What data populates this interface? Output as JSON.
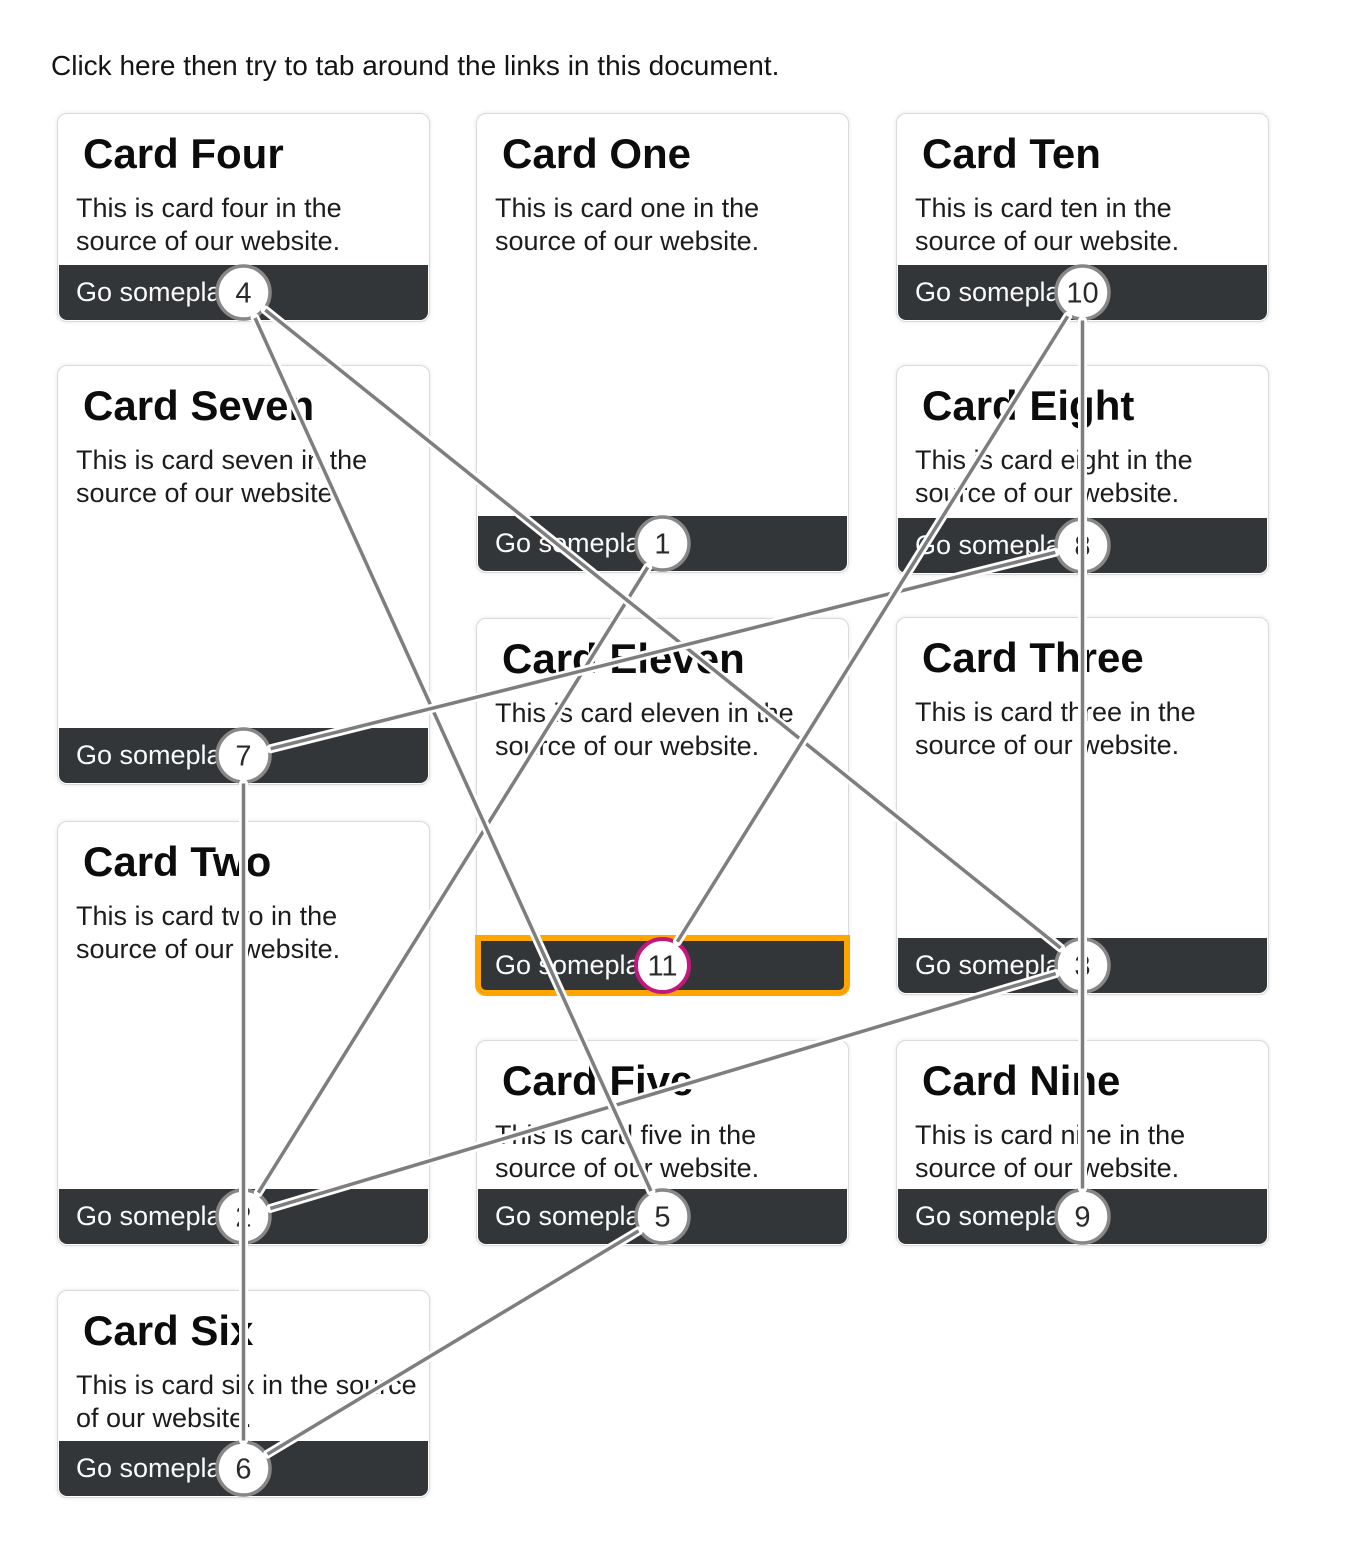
{
  "page": {
    "instruction": "Click here then try to tab around the links in this document."
  },
  "cards": [
    {
      "id": "four",
      "title": "Card Four",
      "body": "This is card four in the source of our website.",
      "button_label": "Go someplace",
      "tab_number": 4,
      "focused": false
    },
    {
      "id": "seven",
      "title": "Card Seven",
      "body": "This is card seven in the source of our website.",
      "button_label": "Go someplace",
      "tab_number": 7,
      "focused": false
    },
    {
      "id": "two",
      "title": "Card Two",
      "body": "This is card two in the source of our website.",
      "button_label": "Go someplace",
      "tab_number": 2,
      "focused": false
    },
    {
      "id": "six",
      "title": "Card Six",
      "body": "This is card six in the source of our website.",
      "button_label": "Go someplace",
      "tab_number": 6,
      "focused": false
    },
    {
      "id": "one",
      "title": "Card One",
      "body": "This is card one in the source of our website.",
      "button_label": "Go someplace",
      "tab_number": 1,
      "focused": false
    },
    {
      "id": "eleven",
      "title": "Card Eleven",
      "body": "This is card eleven in the source of our website.",
      "button_label": "Go someplace",
      "tab_number": 11,
      "focused": true
    },
    {
      "id": "five",
      "title": "Card Five",
      "body": "This is card five in the source of our website.",
      "button_label": "Go someplace",
      "tab_number": 5,
      "focused": false
    },
    {
      "id": "ten",
      "title": "Card Ten",
      "body": "This is card ten in the source of our website.",
      "button_label": "Go someplace",
      "tab_number": 10,
      "focused": false
    },
    {
      "id": "eight",
      "title": "Card Eight",
      "body": "This is card eight in the source of our website.",
      "button_label": "Go someplace",
      "tab_number": 8,
      "focused": false
    },
    {
      "id": "three",
      "title": "Card Three",
      "body": "This is card three in the source of our website.",
      "button_label": "Go someplace",
      "tab_number": 3,
      "focused": false
    },
    {
      "id": "nine",
      "title": "Card Nine",
      "body": "This is card nine in the source of our website.",
      "button_label": "Go someplace",
      "tab_number": 9,
      "focused": false
    }
  ],
  "colors": {
    "button_background": "#333639",
    "button_text": "#fbfbfb",
    "line": "#7e7e7e",
    "line_casing": "#ffffff",
    "marker_fill": "#ffffff",
    "marker_border": "#878787",
    "marker_number": "#2a2a2a",
    "focused_marker_border": "#c2187e",
    "focus_ring": "#ffa500"
  },
  "overlay": {
    "focused_tab_number": 11,
    "marker_count": 11
  }
}
